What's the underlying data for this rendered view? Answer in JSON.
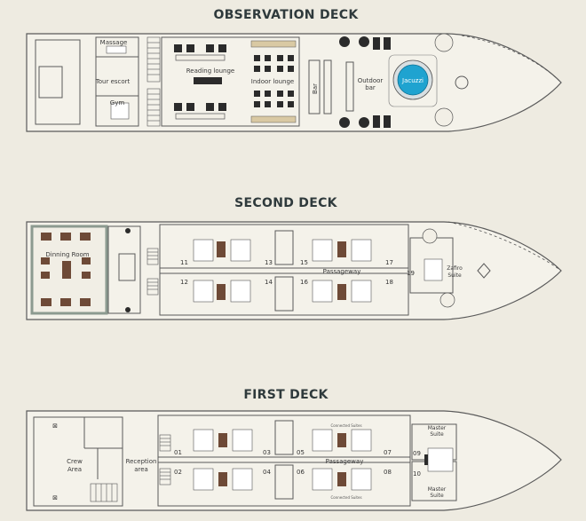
{
  "decks": {
    "observation": {
      "title": "OBSERVATION DECK",
      "labels": {
        "massage": "Massage",
        "tour_escort": "Tour escort",
        "gym": "Gym",
        "reading_lounge": "Reading lounge",
        "indoor_lounge": "Indoor lounge",
        "bar": "Bar",
        "outdoor_bar": "Outdoor bar",
        "jacuzzi": "Jacuzzi"
      }
    },
    "second": {
      "title": "SECOND DECK",
      "labels": {
        "dining_room": "Dinning Room",
        "passageway": "Passageway",
        "zafiro_suite": "Zafiro Suite"
      },
      "cabins_top": [
        "11",
        "13",
        "15",
        "17"
      ],
      "cabins_bottom": [
        "12",
        "14",
        "16",
        "18"
      ],
      "suite_number": "19"
    },
    "first": {
      "title": "FIRST DECK",
      "labels": {
        "crew_area": "Crew Area",
        "reception_area": "Reception area",
        "passageway": "Passageway",
        "master_suite_top": "Master Suite",
        "master_suite_bottom": "Master Suite",
        "connected_suites_top": "Connected Suites",
        "connected_suites_bottom": "Connected Suites"
      },
      "cabins_top": [
        "01",
        "03",
        "05",
        "07"
      ],
      "cabins_bottom": [
        "02",
        "04",
        "06",
        "08"
      ],
      "master_numbers": [
        "09",
        "10"
      ]
    }
  },
  "colors": {
    "background": "#eeebe1",
    "hull_fill": "#f4f2ea",
    "jacuzzi": "#1fa3d0",
    "dining_border": "#8c9a90",
    "bed_accent": "#6e4a37"
  }
}
